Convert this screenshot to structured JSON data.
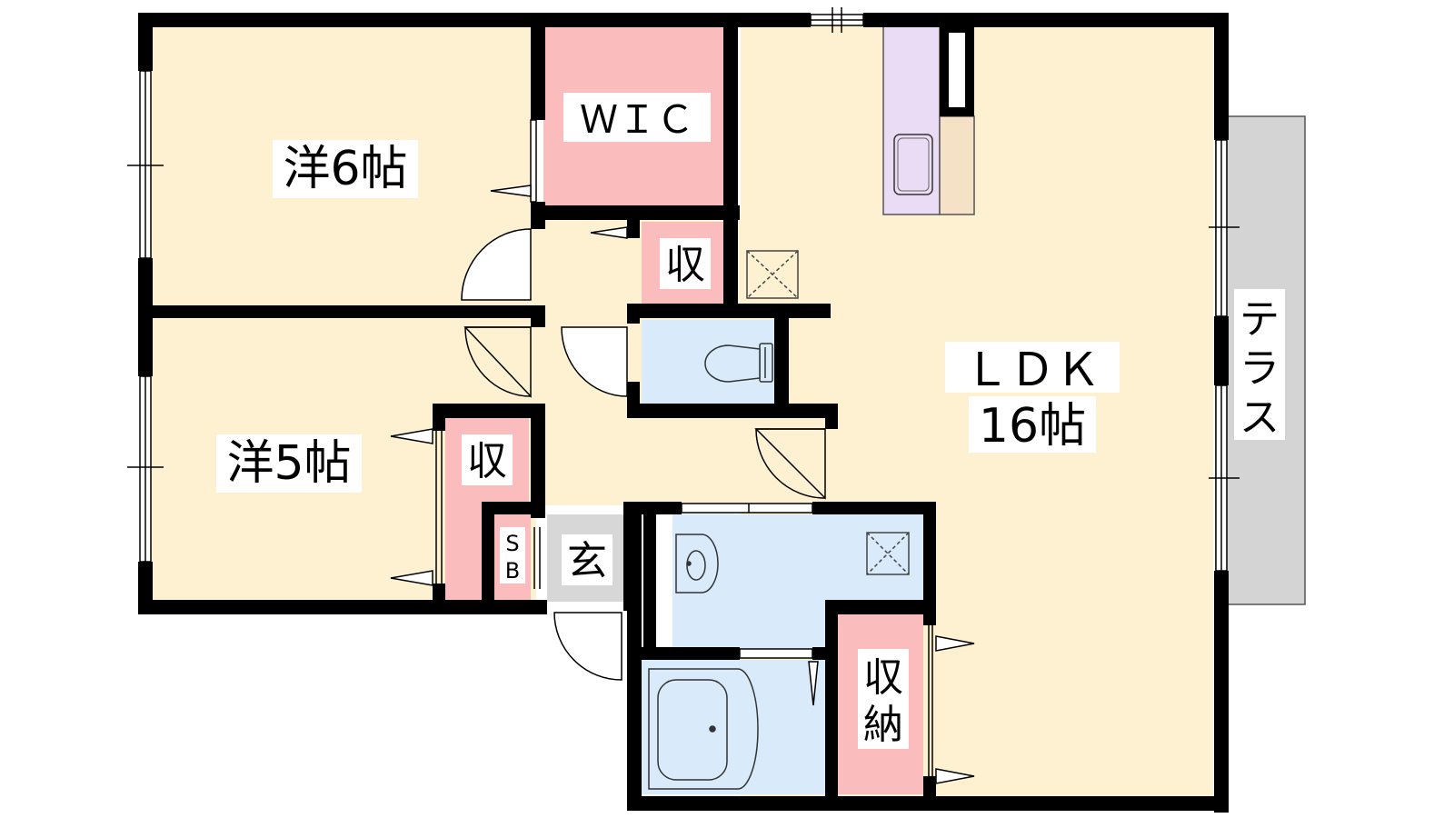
{
  "rooms": {
    "western_6": "洋6帖",
    "western_5": "洋5帖",
    "wic": "ＷＩＣ",
    "storage_upper": "収",
    "storage_left": "収",
    "shoe_box": "ＳＢ",
    "shoe_box_s": "S",
    "shoe_box_b": "B",
    "entrance": "玄",
    "ldk": "ＬＤＫ",
    "ldk_size": "16帖",
    "storage_closet": "収納",
    "storage_closet_1": "収",
    "storage_closet_2": "納",
    "terrace": "テラス",
    "terrace_1": "テ",
    "terrace_2": "ラ",
    "terrace_3": "ス"
  },
  "colors": {
    "bedroom": "#fdf1d2",
    "storage": "#fbbcbe",
    "wet_area": "#d9ebfb",
    "kitchen_counter": "#eadcf5",
    "kitchen_side": "#f4e1c6",
    "entrance": "#d7d7d7",
    "terrace": "#d4d4d4",
    "wall": "#000000"
  },
  "icons": [
    "toilet-icon",
    "washbasin-icon",
    "bathtub-icon",
    "ventilation-fan-icon",
    "kitchen-sink-icon",
    "door-swing-icon",
    "window-icon"
  ]
}
